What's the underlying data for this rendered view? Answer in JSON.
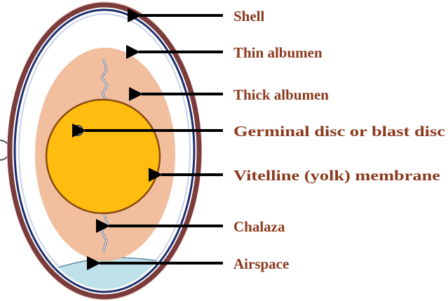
{
  "diagram": {
    "labels": {
      "shell": "Shell",
      "thin_albumen": "Thin albumen",
      "thick_albumen": "Thick albumen",
      "germinal_disc": "Germinal disc or blast disc",
      "vitelline_membrane": "Vitelline (yolk) membrane",
      "chalaza": "Chalaza",
      "airspace": "Airspace"
    },
    "colors": {
      "label_text": "#8b3a1e",
      "shell_outer": "#7a3b3b",
      "shell_halo": "#f4d3cc",
      "membrane": "#1d2f6f",
      "thin_albumen": "#ffffff",
      "thick_albumen": "#f1b894",
      "yolk": "#ffbe0f",
      "yolk_outline": "#8a4a10",
      "airspace": "#bfe1ec",
      "arrow": "#000000"
    }
  }
}
